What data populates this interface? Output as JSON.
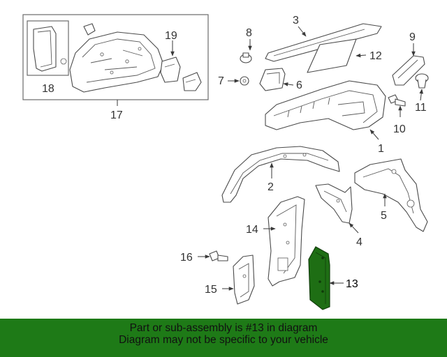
{
  "diagram": {
    "callouts": [
      "1",
      "2",
      "3",
      "4",
      "5",
      "6",
      "7",
      "8",
      "9",
      "10",
      "11",
      "12",
      "13",
      "14",
      "15",
      "16",
      "17",
      "18",
      "19"
    ],
    "highlighted_part": "13",
    "highlight_color": "#1e6e14"
  },
  "banner": {
    "line1": "Part or sub-assembly is #13 in diagram",
    "line2": "Diagram may not be specific to your vehicle",
    "color": "#1e7a17"
  }
}
